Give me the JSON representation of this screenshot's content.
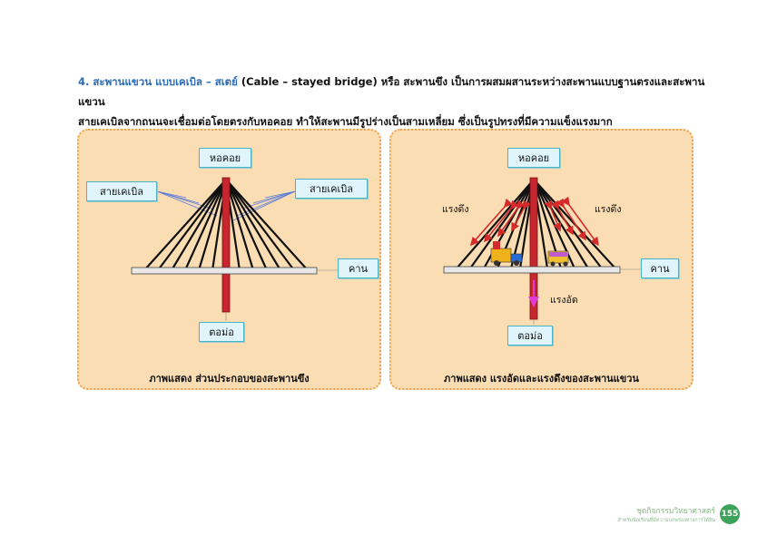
{
  "heading": {
    "number_title": "4. สะพานแขวน แบบเคเบิล – สเตย์",
    "rest_line1": " (Cable – stayed bridge) หรือ สะพานขึง เป็นการผสมผสานระหว่างสะพานแบบฐานตรงและสะพานแขวน",
    "line2": "สายเคเบิลจากถนนจะเชื่อมต่อโดยตรงกับหอคอย ทำให้สะพานมีรูปร่างเป็นสามเหลี่ยม ซึ่งเป็นรูปทรงที่มีความแข็งแรงมาก"
  },
  "left_panel": {
    "tower_label": "หอคอย",
    "cable_label_left": "สายเคเบิล",
    "cable_label_right": "สายเคเบิล",
    "deck_label": "คาน",
    "pier_label": "ตอม่อ",
    "caption": "ภาพแสดง ส่วนประกอบของสะพานขึง"
  },
  "right_panel": {
    "tower_label": "หอคอย",
    "tension_label_left": "แรงดึง",
    "tension_label_right": "แรงดึง",
    "deck_label": "คาน",
    "compression_label": "แรงอัด",
    "pier_label": "ตอม่อ",
    "caption": "ภาพแสดง แรงอัดและแรงดึงของสะพานแขวน"
  },
  "footer": {
    "title": "ชุดกิจกรรมวิทยาศาสตร์",
    "subtitle": "สำหรับนักเรียนที่มีความบกพร่องทางการได้ยิน",
    "page_number": "155"
  },
  "colors": {
    "heading_blue": "#2b6cb8",
    "panel_bg": "#fbddb4",
    "panel_border": "#f0a24a",
    "tower_red": "#c8262e",
    "arrow_red": "#d42a2a",
    "arrow_magenta": "#e23ad6",
    "label_bg": "#dff4fb",
    "footer_green": "#3ea35a"
  }
}
